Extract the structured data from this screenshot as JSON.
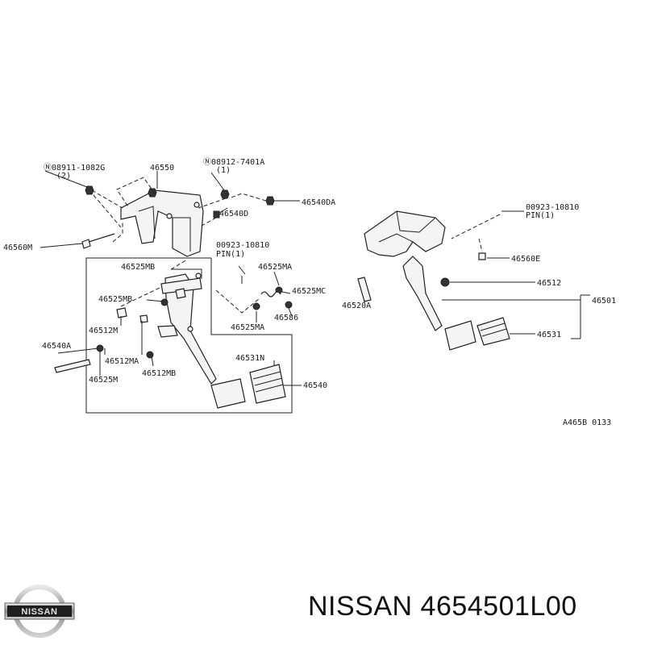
{
  "diagram": {
    "labels": {
      "l_08911": "Ⓝ08911-1082G",
      "l_08911_qty": "(2)",
      "l_46550": "46550",
      "l_08912": "Ⓝ08912-7401A",
      "l_08912_qty": "(1)",
      "l_46540DA": "46540DA",
      "l_46540D": "46540D",
      "l_46560M": "46560M",
      "l_00923a": "00923-10810",
      "l_pin_a": "PIN(1)",
      "l_46525MB_a": "46525MB",
      "l_46525MA_a": "46525MA",
      "l_46525MC": "46525MC",
      "l_46525MB_b": "46525MB",
      "l_46586": "46586",
      "l_46525MA_b": "46525MA",
      "l_46512M": "46512M",
      "l_46540A": "46540A",
      "l_46512MA": "46512MA",
      "l_46512MB": "46512MB",
      "l_46525M": "46525M",
      "l_46531N": "46531N",
      "l_46540": "46540",
      "l_00923b": "00923-10810",
      "l_pin_b": "PIN(1)",
      "l_46560E": "46560E",
      "l_46520A": "46520A",
      "l_46512": "46512",
      "l_46501": "46501",
      "l_46531": "46531",
      "l_code": "A465B 0133"
    }
  },
  "logo": {
    "text": "NISSAN"
  },
  "caption": {
    "brand": "NISSAN",
    "part_number": "4654501L00"
  }
}
